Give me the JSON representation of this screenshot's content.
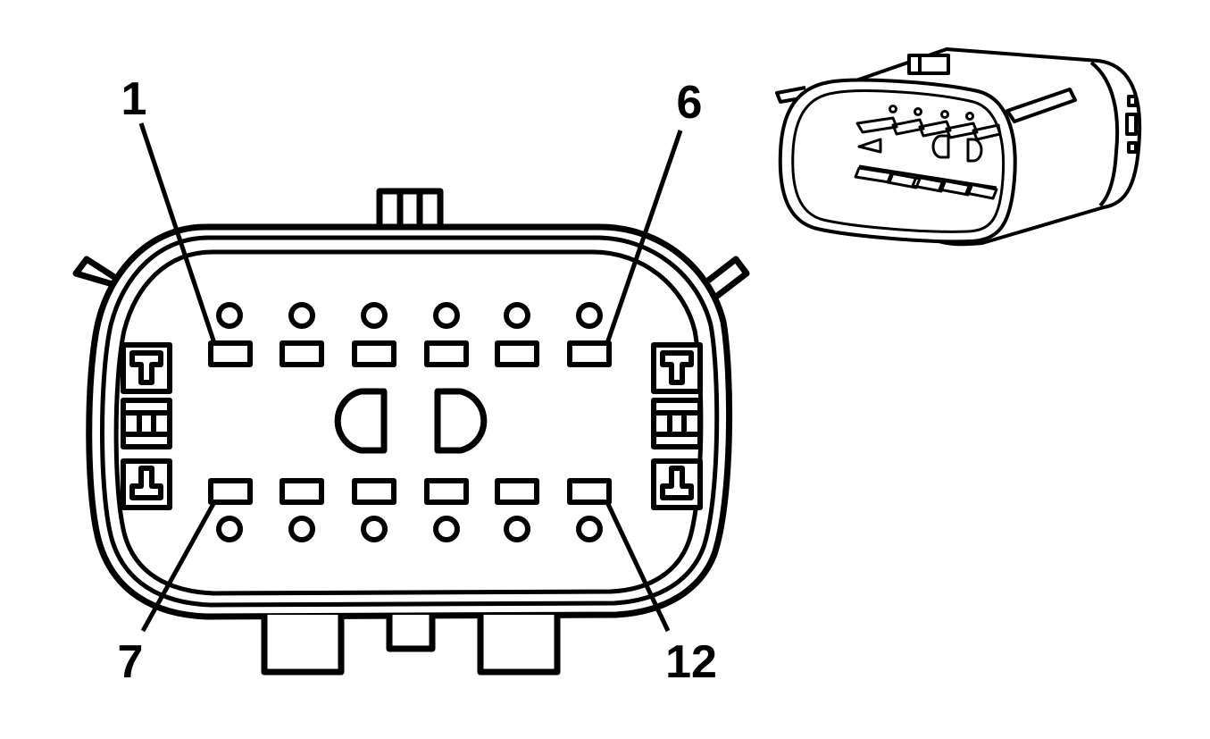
{
  "diagram": {
    "pin_labels": {
      "top_left": "1",
      "top_right": "6",
      "bottom_left": "7",
      "bottom_right": "12"
    },
    "terminal_rows": [
      {
        "row": "top",
        "terminal_count": 6
      },
      {
        "row": "bottom",
        "terminal_count": 6
      }
    ],
    "colors": {
      "line": "#000000",
      "background": "#ffffff"
    }
  }
}
